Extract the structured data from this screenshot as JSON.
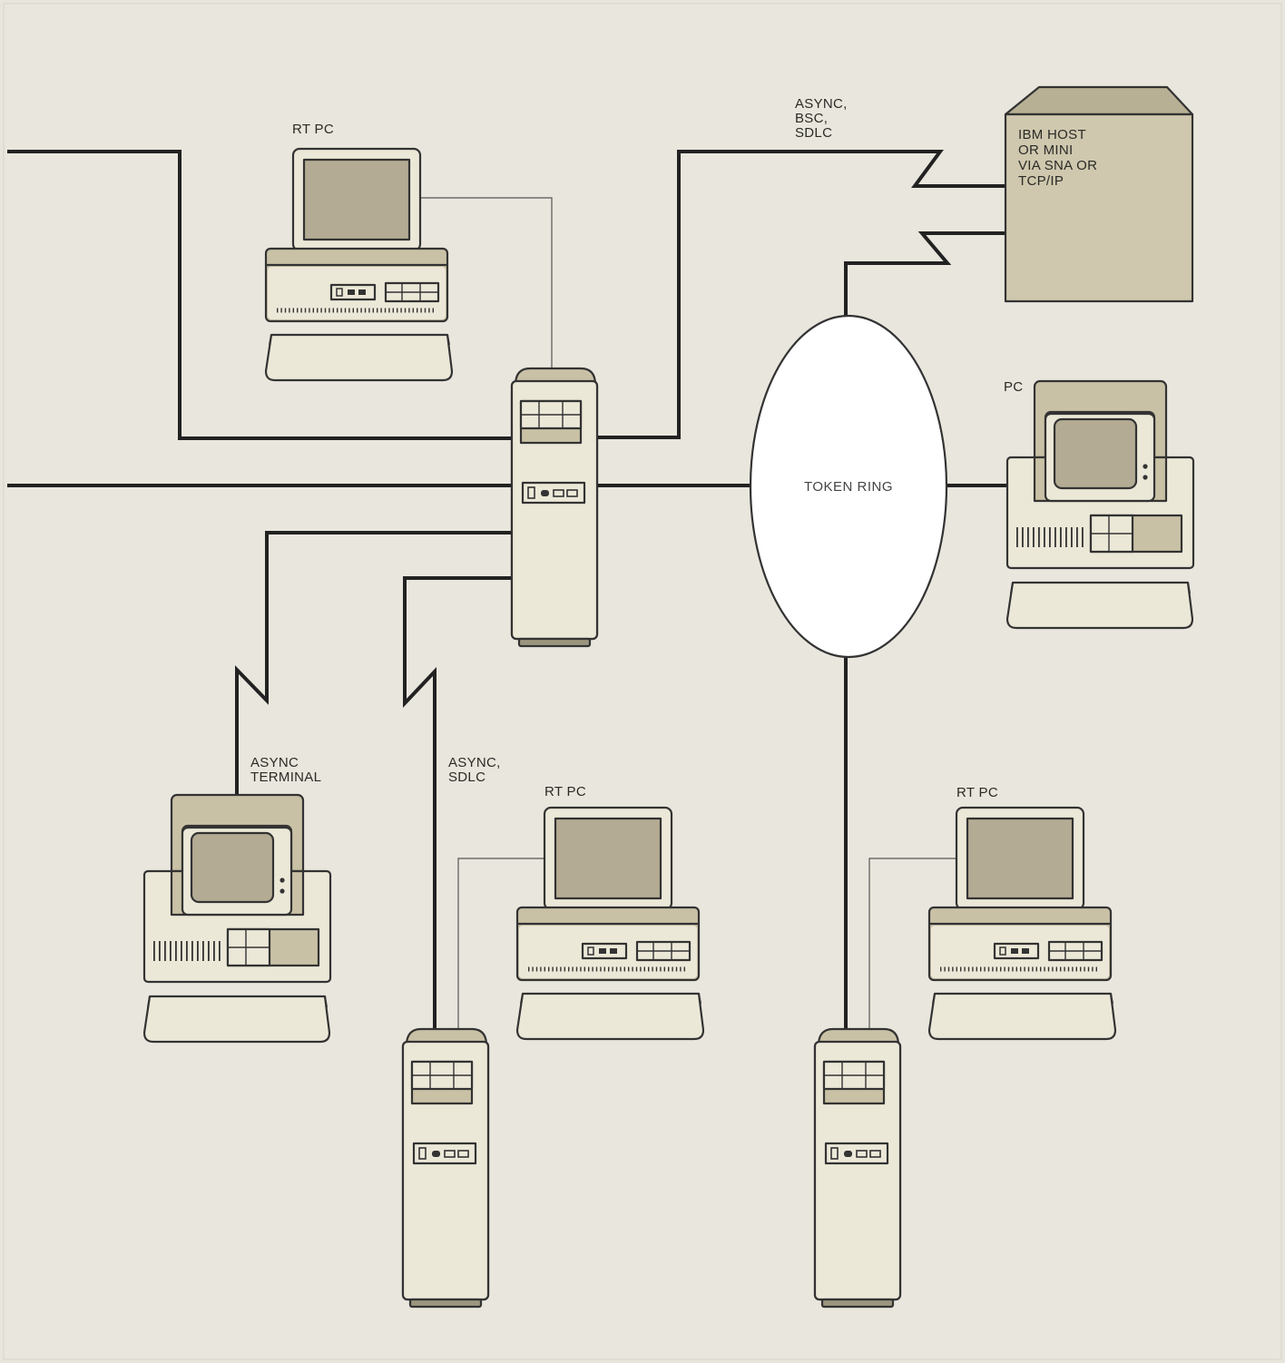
{
  "colors": {
    "background": "#e8e5dc",
    "device_light": "#ece8d8",
    "device_medium": "#c9c1a5",
    "screen": "#b3ab93",
    "host_box": "#cfc8ae",
    "token_ring_fill": "#ffffff",
    "line": "#222222"
  },
  "labels": {
    "rt_pc_top": "RT PC",
    "async_bsc_sdlc": [
      "ASYNC,",
      "BSC,",
      "SDLC"
    ],
    "host": [
      "IBM HOST",
      "OR MINI",
      "VIA SNA OR",
      "TCP/IP"
    ],
    "pc": "PC",
    "token_ring": "TOKEN RING",
    "async_terminal": [
      "ASYNC",
      "TERMINAL"
    ],
    "async_sdlc": [
      "ASYNC,",
      "SDLC"
    ],
    "rt_pc_bottom_center": "RT PC",
    "rt_pc_bottom_right": "RT PC"
  },
  "icons": {
    "rt_pc_workstation": "rt-pc-workstation-icon",
    "pc_workstation": "pc-workstation-icon",
    "tower_unit": "tower-system-unit-icon",
    "host": "host-computer-box-icon",
    "token_ring": "token-ring-ellipse-icon"
  }
}
